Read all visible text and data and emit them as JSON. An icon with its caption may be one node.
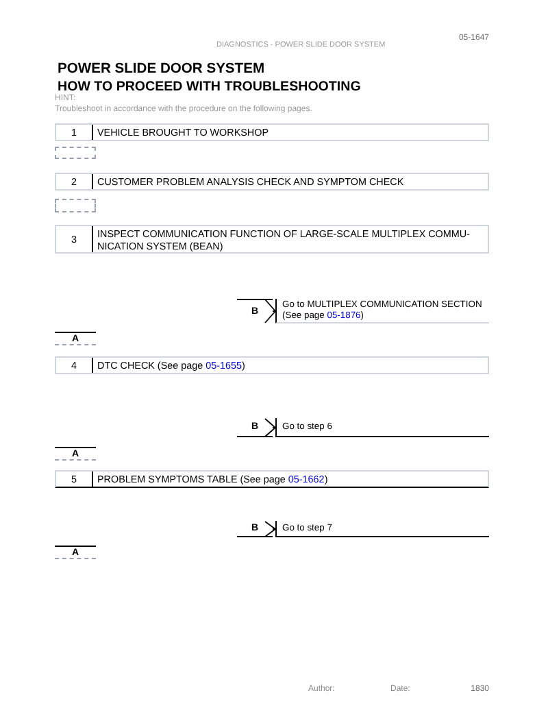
{
  "diagram": {
    "title": "POWER SLIDE DOOR SYSTEM",
    "nodes": [
      {
        "text": [
          "1",
          "VEHICLE BROUGHT TO WORKSHOP"
        ]
      },
      {
        "text": [],
        "shape": "box"
      },
      {
        "text": [
          "2",
          "CUSTOMER PROBLEM ANALYSIS CHECK AND SYMPTOM CHECK"
        ]
      },
      {
        "text": [],
        "shape": "box"
      },
      {
        "text": [
          "3",
          "INSPECT COMMUNICATION FUNCTION OF LARGE-SCALE MULTIPLEX COMMU- NICATION SYSTEM (BEAN)"
        ]
      },
      {
        "text": [
          "B"
        ]
      },
      {
        "text": [
          "Go to MULTIPLEX COMMUNICATION SECTION (See page",
          "05-1876",
          ")"
        ]
      },
      {
        "text": [
          "A"
        ]
      },
      {
        "text": [
          "4",
          "DTC CHECK (See page",
          "05-1655",
          ")"
        ]
      },
      {
        "text": [
          "B"
        ]
      },
      {
        "text": [
          "Go to step 6"
        ]
      },
      {
        "text": [
          "A"
        ]
      },
      {
        "text": [
          "5",
          "PROBLEM SYMPTOMS TABLE (See page",
          "05-1662",
          ")"
        ]
      },
      {
        "text": [
          "B"
        ]
      },
      {
        "text": [
          "Go to step 7"
        ]
      },
      {
        "text": [
          "A"
        ]
      }
    ],
    "edges": [
      {
        "from": 5,
        "to": 6,
        "arrow": "to"
      },
      {
        "from": 9,
        "to": 10,
        "arrow": "to"
      },
      {
        "from": 13,
        "to": 14,
        "arrow": "to"
      }
    ],
    "labels": [
      "05-1647",
      "DIAGNOSTICS - POWER SLIDE DOOR SYSTEM",
      "HOW TO PROCEED WITH TROUBLESHOOTING",
      "HINT:",
      "Troubleshoot in accordance with the procedure on the following pages.",
      "Author:",
      "Date:",
      "1830"
    ]
  }
}
